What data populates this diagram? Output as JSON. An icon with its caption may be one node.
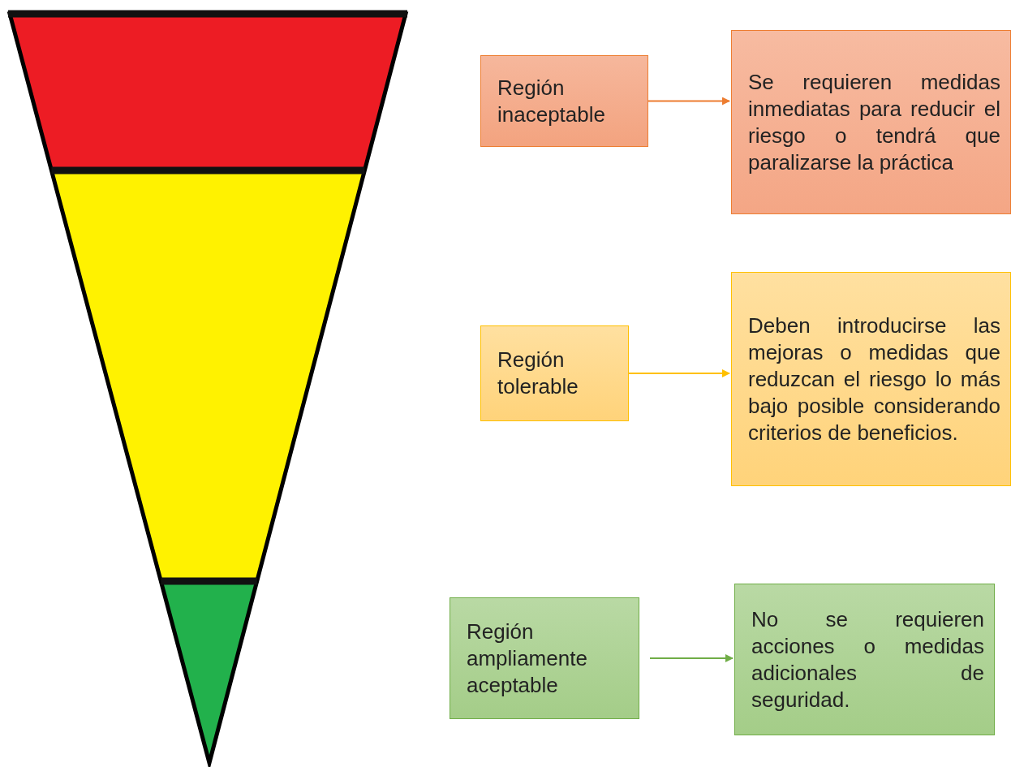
{
  "diagram": {
    "nodes": [
      {
        "text": [
          "Región inaceptable"
        ]
      },
      {
        "text": [
          "Se requieren medidas inmediatas para reducir el riesgo o tendrá que paralizarse la práctica"
        ]
      },
      {
        "text": [
          "Región tolerable"
        ]
      },
      {
        "text": [
          "Deben introducirse las mejoras o medidas que reduzcan el riesgo lo más bajo posible considerando criterios de beneficios."
        ]
      },
      {
        "text": [
          "Región ampliamente aceptable"
        ]
      },
      {
        "text": [
          "No se requieren acciones o medidas adicionales de seguridad."
        ]
      }
    ],
    "edges": [
      {
        "from": 0,
        "to": 1,
        "arrow": "to",
        "color": "#ed7d31"
      },
      {
        "from": 2,
        "to": 3,
        "arrow": "to",
        "color": "#ffc000"
      },
      {
        "from": 4,
        "to": 5,
        "arrow": "to",
        "color": "#70ad47"
      }
    ]
  }
}
